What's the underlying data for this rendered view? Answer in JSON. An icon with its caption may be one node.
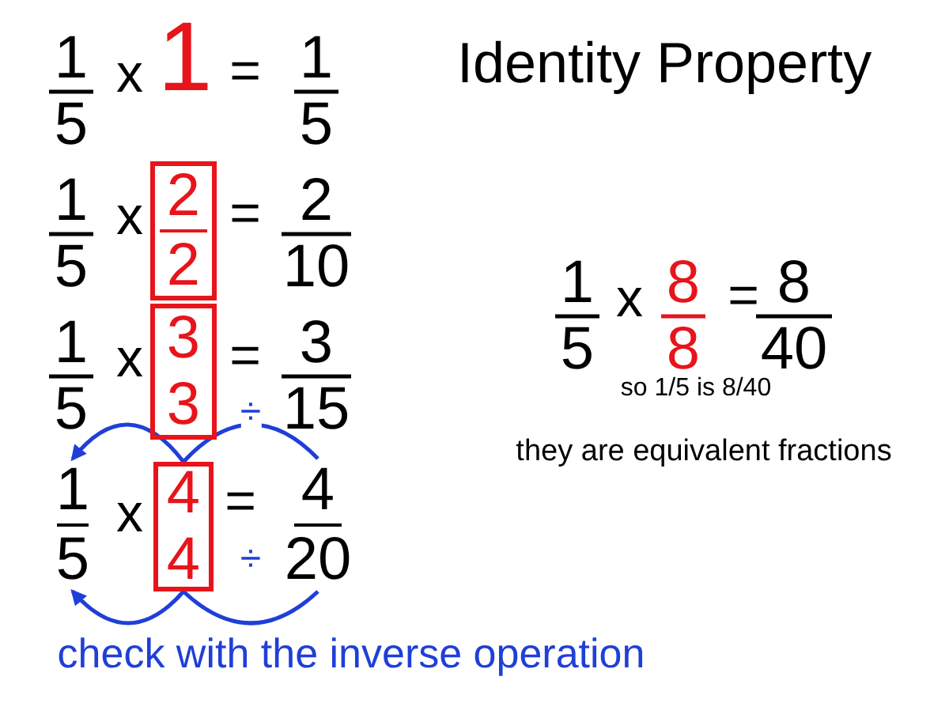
{
  "diagram": {
    "nodes": [
      {
        "text": [
          "2",
          "2"
        ]
      },
      {
        "text": [
          "3",
          "3"
        ]
      },
      {
        "text": [
          "1",
          "5"
        ]
      },
      {
        "text": [
          "4",
          "4"
        ]
      },
      {
        "text": [
          "4",
          "20"
        ]
      }
    ],
    "edges": [
      {
        "from": 4,
        "to": 3,
        "arrow": "none",
        "label": "÷"
      },
      {
        "from": 3,
        "to": 2,
        "arrow": "to"
      },
      {
        "from": 4,
        "to": 3,
        "arrow": "none",
        "label": "÷"
      },
      {
        "from": 3,
        "to": 2,
        "arrow": "to"
      }
    ],
    "labels": [
      "1",
      "5",
      "x",
      "1",
      "=",
      "1",
      "5",
      "Identity Property",
      "1",
      "5",
      "x",
      "=",
      "2",
      "10",
      "1",
      "5",
      "x",
      "=",
      "3",
      "15",
      "x",
      "=",
      "1",
      "5",
      "x",
      "8",
      "8",
      "=",
      "8",
      "40",
      "so 1/5 is 8/40",
      "they are equivalent fractions",
      "check with the inverse operation"
    ]
  }
}
